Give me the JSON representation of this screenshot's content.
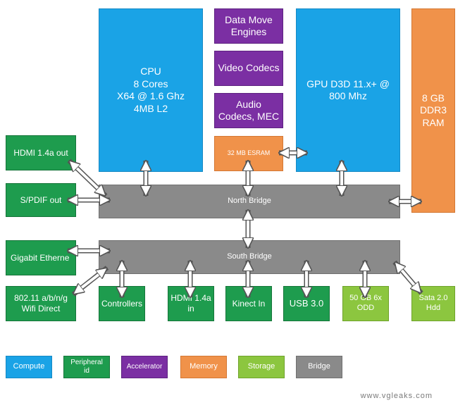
{
  "blocks": {
    "cpu": "CPU\n8 Cores\nX64 @ 1.6 Ghz\n4MB L2",
    "data_move": "Data Move\nEngines",
    "video_codecs": "Video Codecs",
    "audio_codecs": "Audio\nCodecs, MEC",
    "esram": "32 MB ESRAM",
    "gpu": "GPU D3D 11.x+ @\n800 Mhz",
    "ram": "8 GB\nDDR3\nRAM",
    "hdmi_out": "HDMI 1.4a out",
    "spdif_out": "S/PDIF out",
    "north_bridge": "North Bridge",
    "gigabit": "Gigabit Etherne",
    "south_bridge": "South Bridge",
    "wifi": "802.11 a/b/n/g\nWifi Direct",
    "controllers": "Controllers",
    "hdmi_in": "HDMI 1.4a\nin",
    "kinect": "Kinect In",
    "usb": "USB 3.0",
    "odd": "50 GB 6x\nODD",
    "hdd": "Sata 2.0\nHdd"
  },
  "legend": {
    "compute": "Compute",
    "peripheral": "Peripheral\nid",
    "accelerator": "Accelerator",
    "memory": "Memory",
    "storage": "Storage",
    "bridge": "Bridge"
  },
  "colors": {
    "compute": "#1aa3e6",
    "peripheral": "#1e9c4e",
    "accelerator": "#7b2fa3",
    "memory": "#f0924a",
    "storage": "#8cc63f",
    "bridge": "#8a8a8a"
  },
  "watermark": "www.vgleaks.com"
}
